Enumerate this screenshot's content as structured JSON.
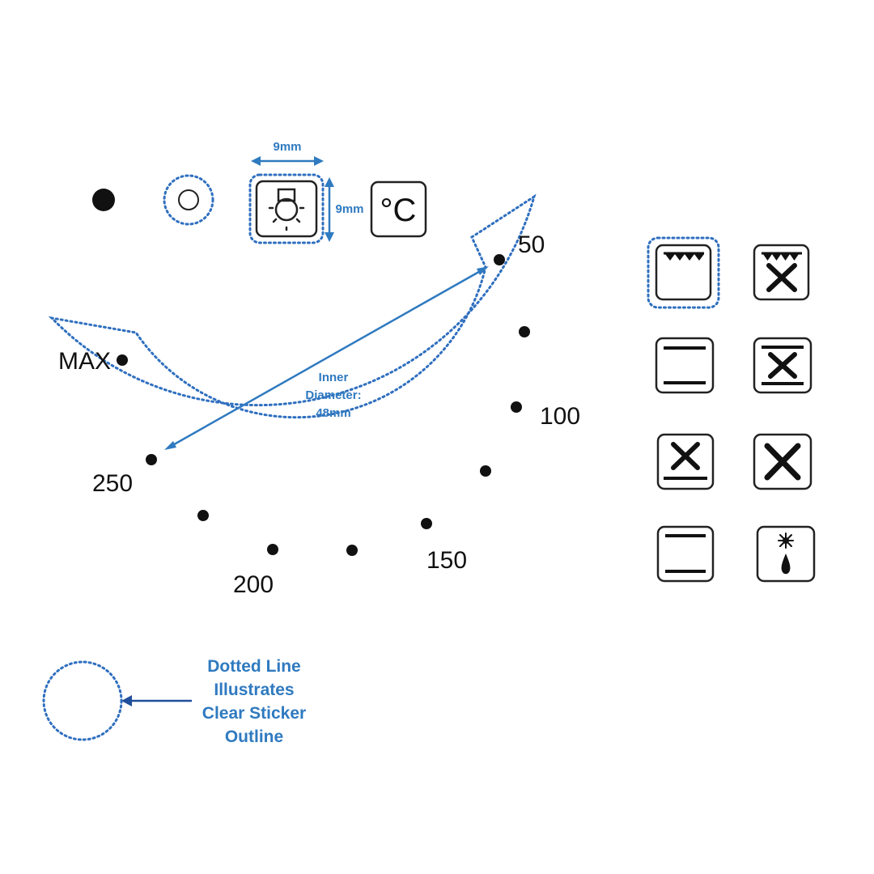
{
  "temperature_scale": {
    "unit_label": "°C",
    "labels": [
      "50",
      "100",
      "150",
      "200",
      "250",
      "MAX"
    ]
  },
  "annotations": {
    "width_dimension": "9mm",
    "height_dimension": "9mm",
    "inner_diameter": [
      "Inner",
      "Diameter:",
      "48mm"
    ],
    "legend": [
      "Dotted Line",
      "Illustrates",
      "Clear Sticker",
      "Outline"
    ]
  },
  "colors": {
    "annotation_blue": "#2f7ac0",
    "outline_blue": "#2f6fbf",
    "ink": "#111111"
  },
  "icons": {
    "top_row": [
      "filled-dot-icon",
      "ring-icon",
      "oven-lamp-icon",
      "celsius-icon"
    ],
    "function_symbols": [
      "top-element-icon",
      "top-element-fan-icon",
      "top-bottom-element-icon",
      "top-bottom-fan-icon",
      "bottom-element-fan-icon",
      "fan-icon",
      "top-bottom-element-icon",
      "defrost-icon"
    ]
  }
}
